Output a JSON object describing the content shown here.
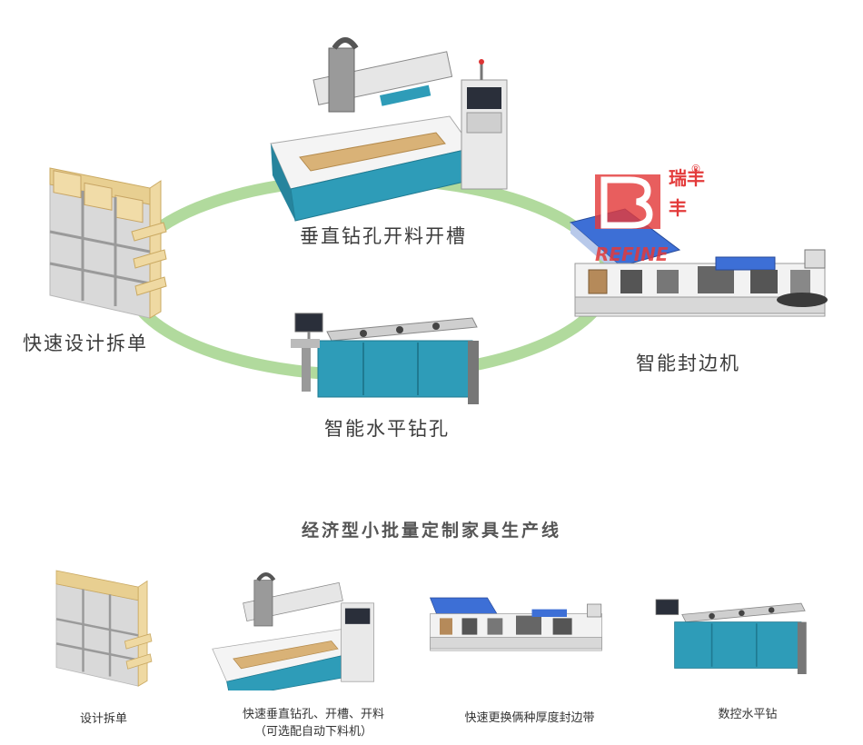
{
  "workflow": {
    "vertical_drill": "垂直钻孔开料开槽",
    "design_split": "快速设计拆单",
    "edge_banding": "智能封边机",
    "horizontal_drill": "智能水平钻孔"
  },
  "logo": {
    "text": "瑞丰",
    "registered": "®",
    "sub": "REFINE"
  },
  "section": {
    "title": "经济型小批量定制家具生产线"
  },
  "bottom": {
    "cap1": "设计拆单",
    "cap2_line1": "快速垂直钻孔、开槽、开料",
    "cap2_line2": "（可选配自动下料机）",
    "cap3": "快速更换俩种厚度封边带",
    "cap4": "数控水平钻"
  },
  "colors": {
    "ring": "#a9d692",
    "teal": "#2e9cb8",
    "wood": "#e9cf95",
    "logo_red": "#e33a3a"
  }
}
